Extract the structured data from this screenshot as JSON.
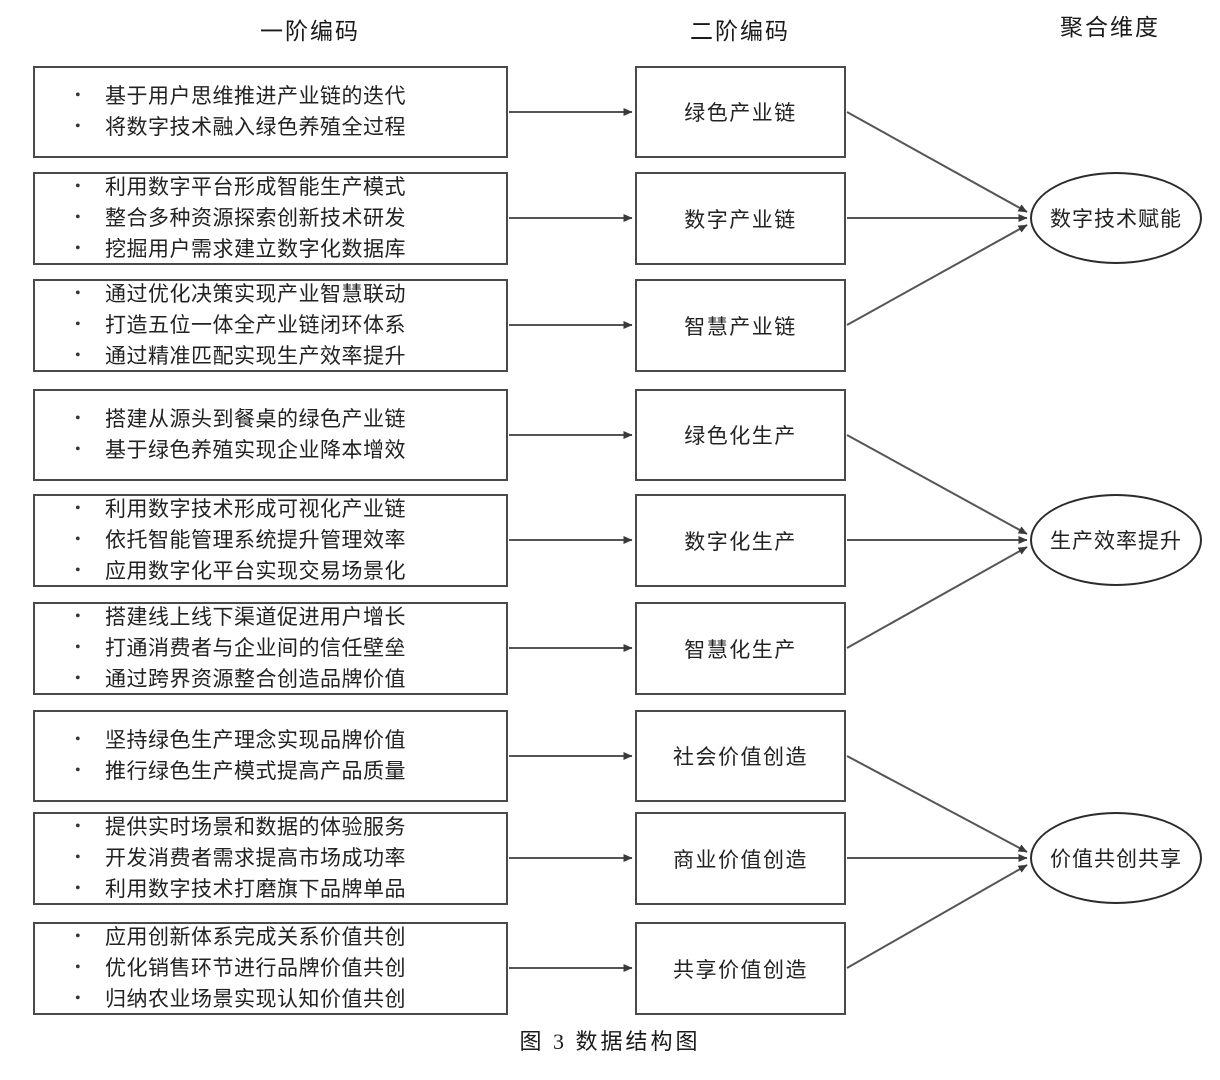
{
  "headers": {
    "first_order": "一阶编码",
    "second_order": "二阶编码",
    "aggregate": "聚合维度"
  },
  "caption": "图 3  数据结构图",
  "colors": {
    "box_border": "#4a4a4a",
    "ellipse_border": "#2b2b2b",
    "connector": "#555555",
    "text": "#222222",
    "background": "#ffffff"
  },
  "first_order_boxes": [
    {
      "id": "fo-1",
      "items": [
        "基于用户思维推进产业链的迭代",
        "将数字技术融入绿色养殖全过程"
      ]
    },
    {
      "id": "fo-2",
      "items": [
        "利用数字平台形成智能生产模式",
        "整合多种资源探索创新技术研发",
        "挖掘用户需求建立数字化数据库"
      ]
    },
    {
      "id": "fo-3",
      "items": [
        "通过优化决策实现产业智慧联动",
        "打造五位一体全产业链闭环体系",
        "通过精准匹配实现生产效率提升"
      ]
    },
    {
      "id": "fo-4",
      "items": [
        "搭建从源头到餐桌的绿色产业链",
        "基于绿色养殖实现企业降本增效"
      ]
    },
    {
      "id": "fo-5",
      "items": [
        "利用数字技术形成可视化产业链",
        "依托智能管理系统提升管理效率",
        "应用数字化平台实现交易场景化"
      ]
    },
    {
      "id": "fo-6",
      "items": [
        "搭建线上线下渠道促进用户增长",
        "打通消费者与企业间的信任壁垒",
        "通过跨界资源整合创造品牌价值"
      ]
    },
    {
      "id": "fo-7",
      "items": [
        "坚持绿色生产理念实现品牌价值",
        "推行绿色生产模式提高产品质量"
      ]
    },
    {
      "id": "fo-8",
      "items": [
        "提供实时场景和数据的体验服务",
        "开发消费者需求提高市场成功率",
        "利用数字技术打磨旗下品牌单品"
      ]
    },
    {
      "id": "fo-9",
      "items": [
        "应用创新体系完成关系价值共创",
        "优化销售环节进行品牌价值共创",
        "归纳农业场景实现认知价值共创"
      ]
    }
  ],
  "second_order_boxes": [
    {
      "id": "so-1",
      "label": "绿色产业链"
    },
    {
      "id": "so-2",
      "label": "数字产业链"
    },
    {
      "id": "so-3",
      "label": "智慧产业链"
    },
    {
      "id": "so-4",
      "label": "绿色化生产"
    },
    {
      "id": "so-5",
      "label": "数字化生产"
    },
    {
      "id": "so-6",
      "label": "智慧化生产"
    },
    {
      "id": "so-7",
      "label": "社会价值创造"
    },
    {
      "id": "so-8",
      "label": "商业价值创造"
    },
    {
      "id": "so-9",
      "label": "共享价值创造"
    }
  ],
  "aggregate_dimensions": [
    {
      "id": "agg-1",
      "label": "数字技术赋能"
    },
    {
      "id": "agg-2",
      "label": "生产效率提升"
    },
    {
      "id": "agg-3",
      "label": "价值共创共享"
    }
  ],
  "connections": {
    "first_to_second": [
      {
        "from": "fo-1",
        "to": "so-1"
      },
      {
        "from": "fo-2",
        "to": "so-2"
      },
      {
        "from": "fo-3",
        "to": "so-3"
      },
      {
        "from": "fo-4",
        "to": "so-4"
      },
      {
        "from": "fo-5",
        "to": "so-5"
      },
      {
        "from": "fo-6",
        "to": "so-6"
      },
      {
        "from": "fo-7",
        "to": "so-7"
      },
      {
        "from": "fo-8",
        "to": "so-8"
      },
      {
        "from": "fo-9",
        "to": "so-9"
      }
    ],
    "second_to_aggregate": [
      {
        "from": "so-1",
        "to": "agg-1"
      },
      {
        "from": "so-2",
        "to": "agg-1"
      },
      {
        "from": "so-3",
        "to": "agg-1"
      },
      {
        "from": "so-4",
        "to": "agg-2"
      },
      {
        "from": "so-5",
        "to": "agg-2"
      },
      {
        "from": "so-6",
        "to": "agg-2"
      },
      {
        "from": "so-7",
        "to": "agg-3"
      },
      {
        "from": "so-8",
        "to": "agg-3"
      },
      {
        "from": "so-9",
        "to": "agg-3"
      }
    ]
  }
}
